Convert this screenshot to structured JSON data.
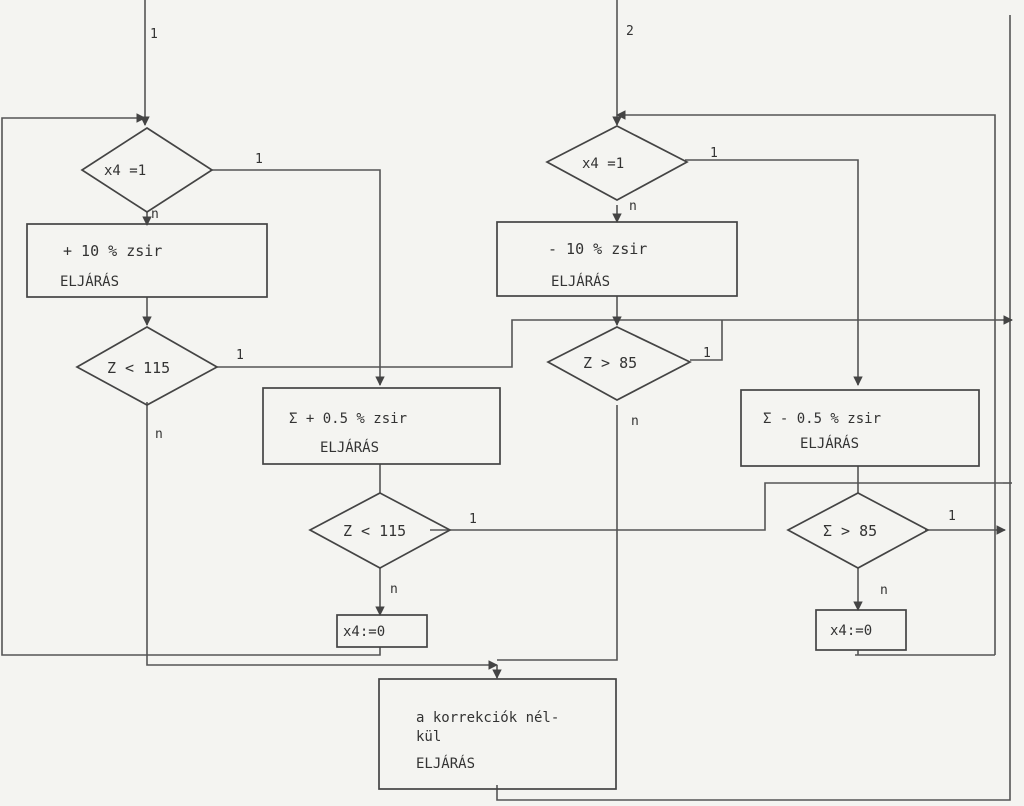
{
  "entries": {
    "in1": "1",
    "in2": "2"
  },
  "branch": {
    "yes": "1",
    "no": "n"
  },
  "left": {
    "d1": "x4 =1",
    "p1_line1": "+ 10 % zsir",
    "p1_line2": "ELJÁRÁS",
    "d2": "Z < 115"
  },
  "middle": {
    "p2_line1": "Σ + 0.5 % zsir",
    "p2_line2": "ELJÁRÁS",
    "d3": "Z < 115",
    "assign": "x4:=0"
  },
  "right": {
    "d4": "x4 =1",
    "p3_line1": "- 10 % zsir",
    "p3_line2": "ELJÁRÁS",
    "d5": "Z > 85"
  },
  "far_right": {
    "p4_line1": "Σ  - 0.5 % zsir",
    "p4_line2": "ELJÁRÁS",
    "d6": "Σ > 85",
    "assign": "x4:=0"
  },
  "bottom": {
    "line1": "a korrekciók nél-",
    "line2": "kül",
    "line3": "ELJÁRÁS"
  }
}
